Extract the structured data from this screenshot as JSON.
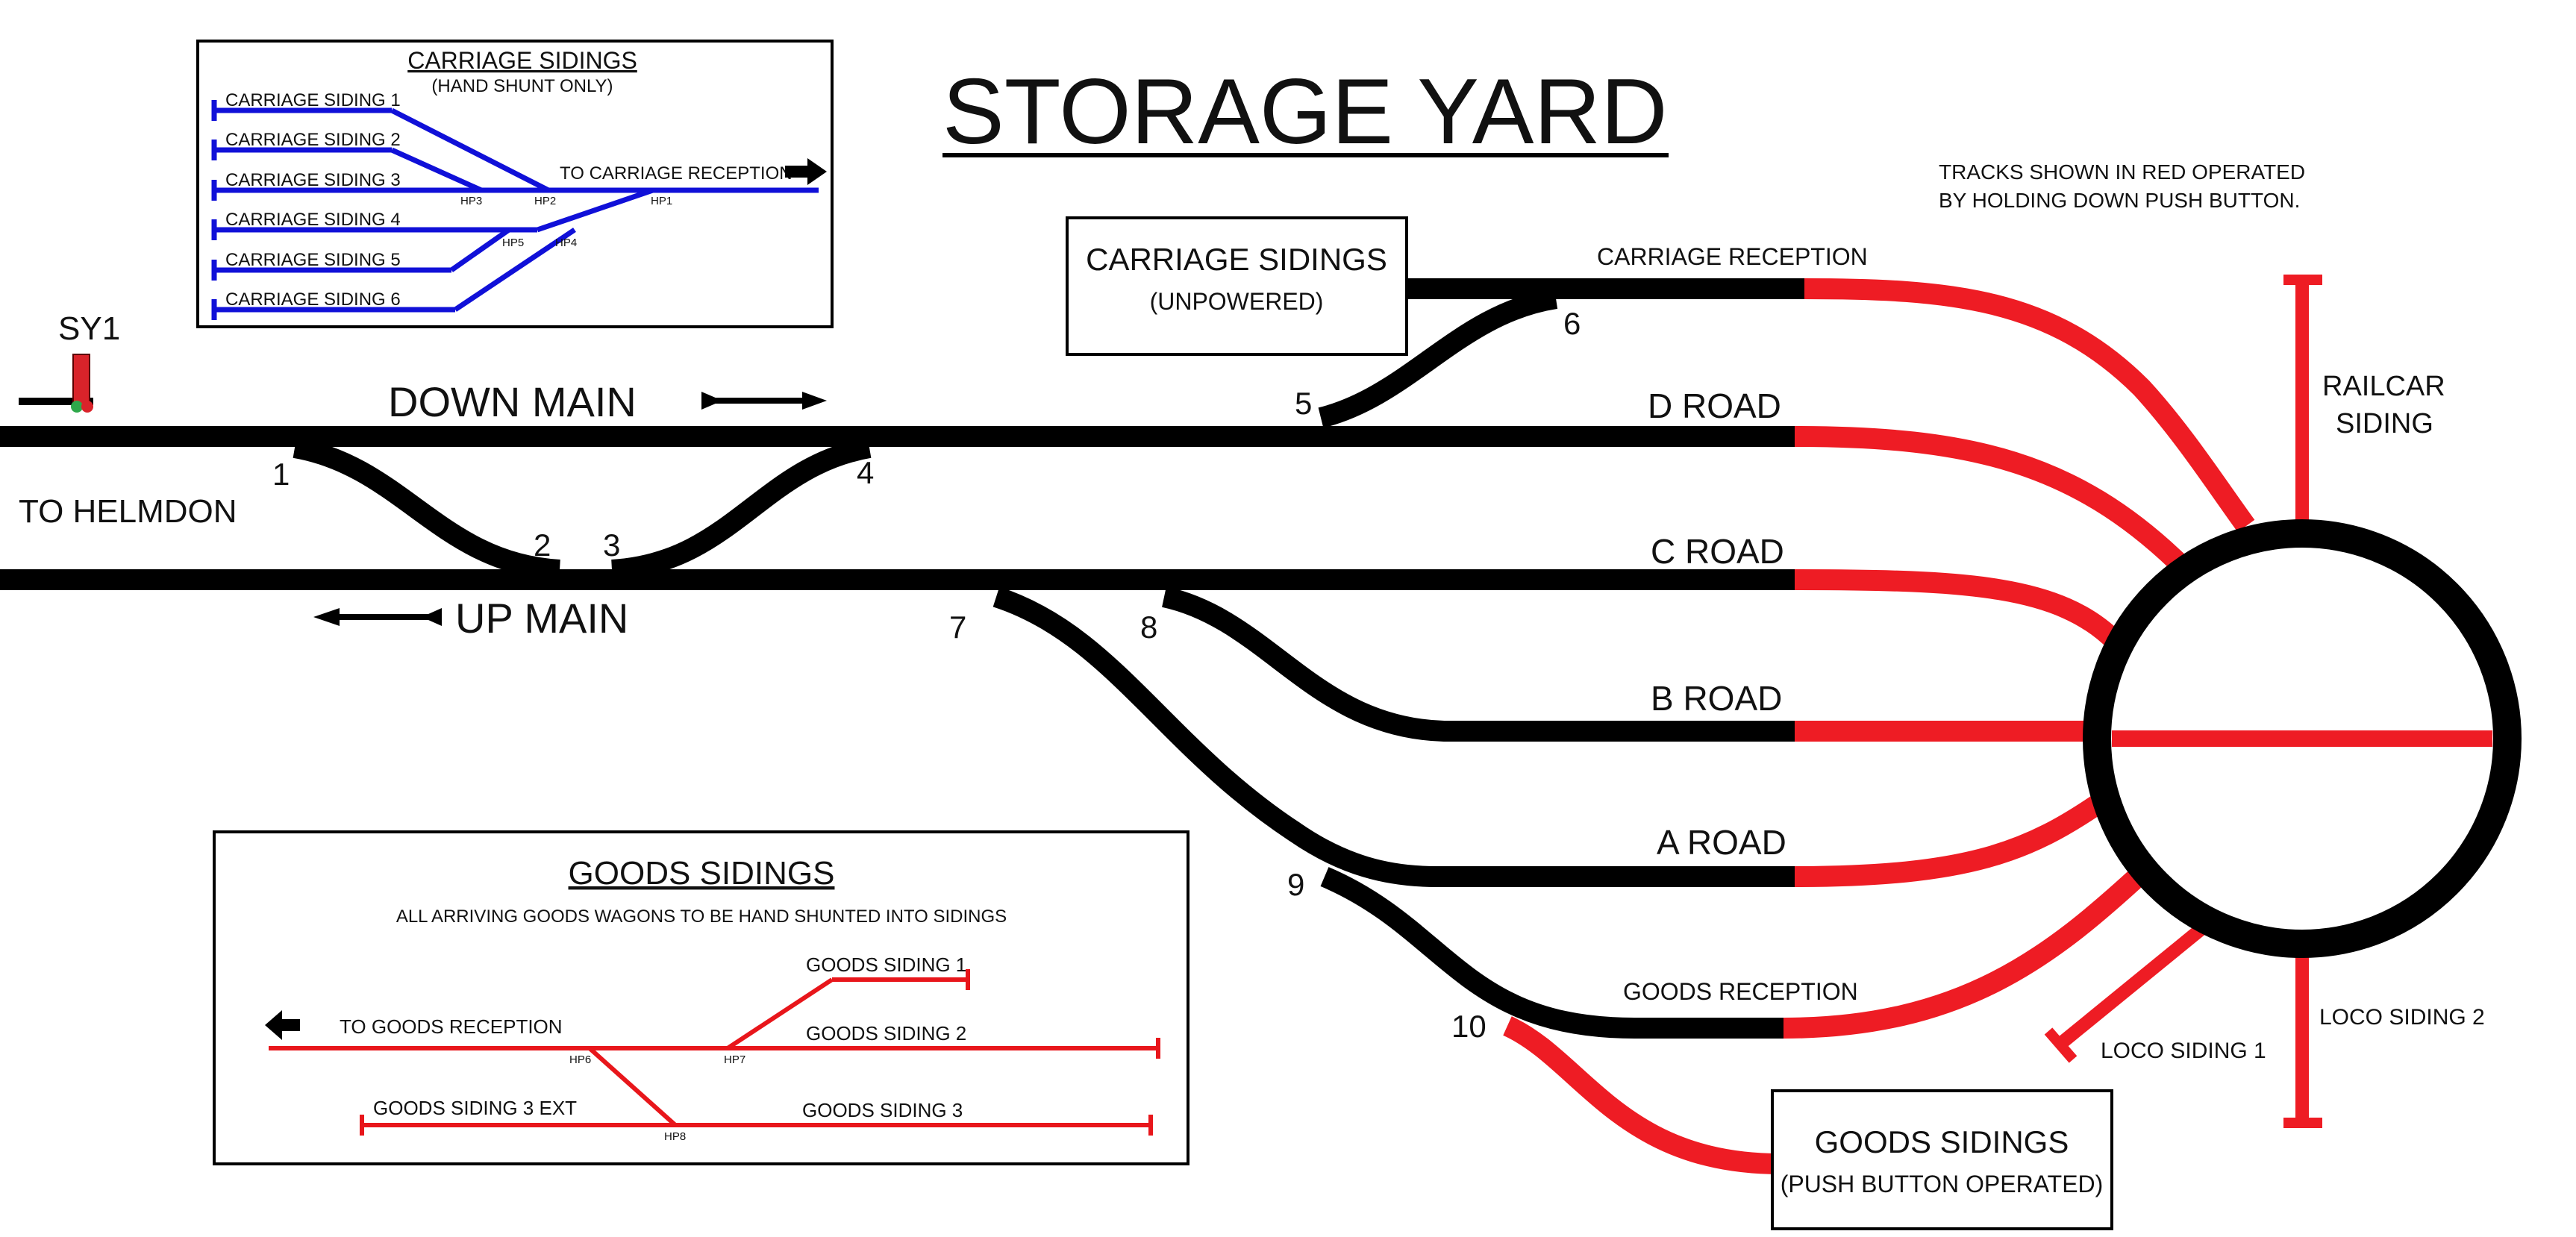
{
  "title": "STORAGE YARD",
  "note": [
    "TRACKS SHOWN IN RED OPERATED",
    "BY HOLDING DOWN PUSH BUTTON."
  ],
  "signal": "SY1",
  "mains": {
    "down": "DOWN MAIN",
    "up": "UP MAIN",
    "helmdon": "TO HELMDON"
  },
  "roads": {
    "carriage_reception": "CARRIAGE RECEPTION",
    "d": "D ROAD",
    "c": "C ROAD",
    "b": "B ROAD",
    "a": "A ROAD",
    "goods_reception": "GOODS RECEPTION"
  },
  "points": [
    "1",
    "2",
    "3",
    "4",
    "5",
    "6",
    "7",
    "8",
    "9",
    "10"
  ],
  "boxes": {
    "carriage": {
      "title": "CARRIAGE SIDINGS",
      "sub": "(UNPOWERED)"
    },
    "goods": {
      "title": "GOODS SIDINGS",
      "sub": "(PUSH BUTTON OPERATED)"
    }
  },
  "turntable": {
    "railcar": [
      "RAILCAR",
      "SIDING"
    ],
    "loco1": "LOCO SIDING 1",
    "loco2": "LOCO SIDING 2"
  },
  "inset_carriage": {
    "title": "CARRIAGE SIDINGS",
    "sub": "(HAND SHUNT ONLY)",
    "sidings": [
      "CARRIAGE SIDING 1",
      "CARRIAGE SIDING 2",
      "CARRIAGE SIDING 3",
      "CARRIAGE SIDING 4",
      "CARRIAGE SIDING 5",
      "CARRIAGE SIDING 6"
    ],
    "reception": "TO CARRIAGE RECEPTION",
    "hand_points": [
      "HP1",
      "HP2",
      "HP3",
      "HP4",
      "HP5"
    ]
  },
  "inset_goods": {
    "title": "GOODS SIDINGS",
    "sub": "ALL ARRIVING GOODS WAGONS TO BE HAND SHUNTED INTO SIDINGS",
    "reception": "TO GOODS RECEPTION",
    "sidings": [
      "GOODS SIDING 1",
      "GOODS SIDING 2",
      "GOODS SIDING 3",
      "GOODS SIDING 3 EXT"
    ],
    "hand_points": [
      "HP6",
      "HP7",
      "HP8"
    ]
  },
  "colors": {
    "track": "#000000",
    "powered": "#ee1c24",
    "hand_shunt": "#1010d8",
    "goods_inset": "#e8161b"
  }
}
